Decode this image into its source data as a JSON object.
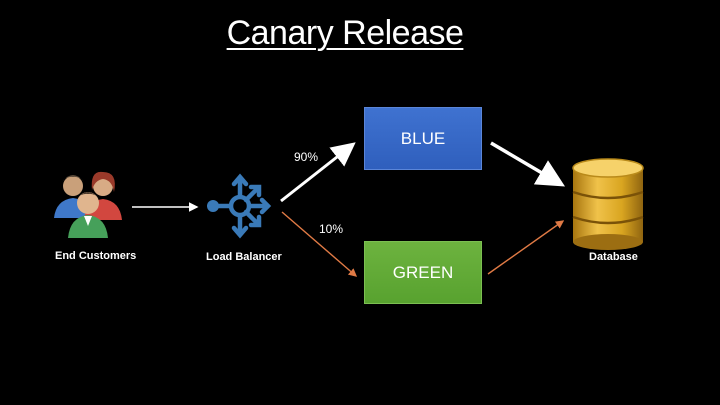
{
  "slide": {
    "title": "Canary Release"
  },
  "nodes": {
    "customers_label": "End Customers",
    "load_balancer_label": "Load Balancer",
    "blue_label": "BLUE",
    "green_label": "GREEN",
    "database_label": "Database"
  },
  "traffic": {
    "blue_percent": "90%",
    "green_percent": "10%"
  },
  "colors": {
    "background": "#000000",
    "blue_env": "#3468c8",
    "green_env": "#62aa37",
    "load_balancer": "#3a7ab8",
    "database": "#d9a520",
    "arrow_main": "#ffffff",
    "arrow_canary": "#e07a45"
  },
  "icons": {
    "customers": "users-group-icon",
    "load_balancer": "load-balancer-icon",
    "database": "database-cylinder-icon"
  }
}
